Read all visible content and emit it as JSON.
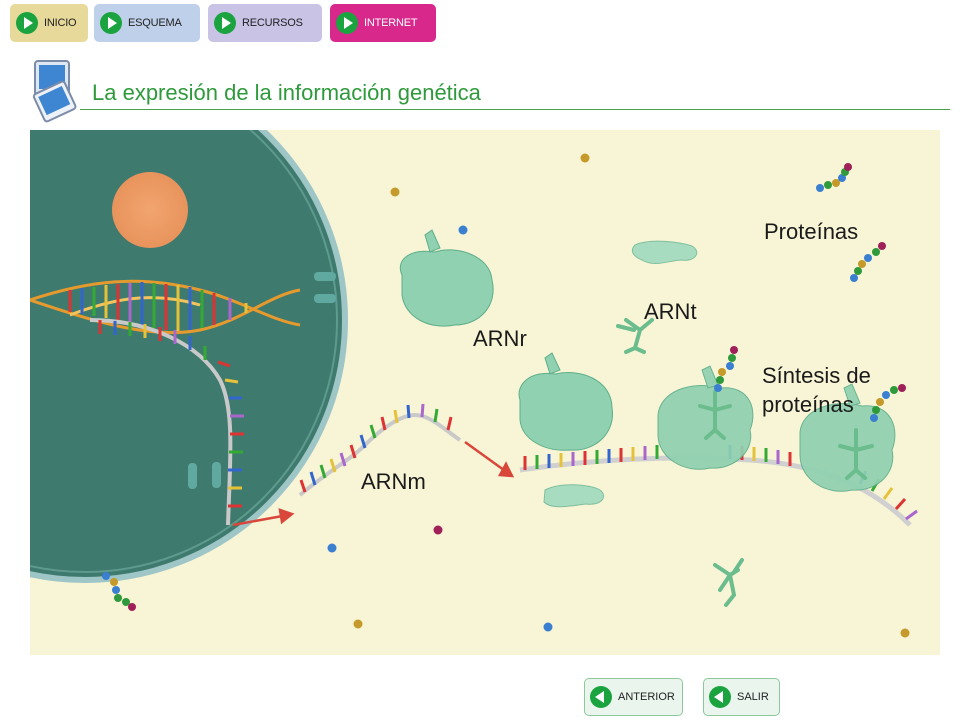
{
  "nav": {
    "inicio": "INICIO",
    "esquema": "ESQUEMA",
    "recursos": "RECURSOS",
    "internet": "INTERNET"
  },
  "title": "La expresión de la información genética",
  "figure": {
    "labels": {
      "proteinas": "Proteínas",
      "arnt": "ARNt",
      "arnr": "ARNr",
      "sintesis_line1": "Síntesis de",
      "sintesis_line2": "proteínas",
      "arnm": "ARNm"
    }
  },
  "footer": {
    "anterior": "ANTERIOR",
    "salir": "SALIR"
  },
  "colors": {
    "accent_green": "#1aa33f",
    "title_green": "#2f9a3b",
    "internet_magenta": "#d9288c",
    "background_cream": "#f8f5d6",
    "nucleus_teal": "#3f7a6e"
  }
}
